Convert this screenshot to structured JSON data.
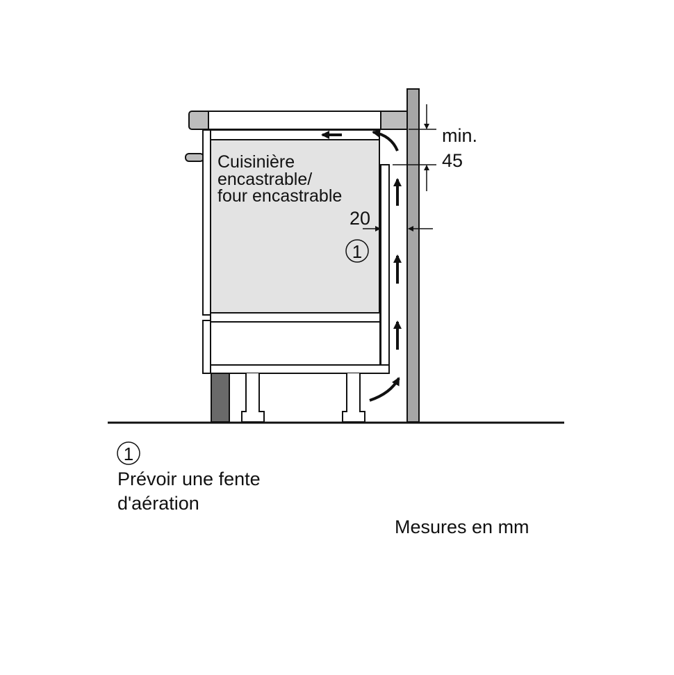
{
  "diagram": {
    "appliance_label": [
      "Cuisinière",
      "encastrable/",
      "four encastrable"
    ],
    "dimension_top": {
      "line1": "min.",
      "line2": "45"
    },
    "dimension_gap": "20",
    "marker": "1",
    "colors": {
      "wall": "#a6a6a6",
      "appliance": "#e3e3e3",
      "plinth": "#6a6a6a",
      "stroke": "#111111"
    }
  },
  "legend": {
    "marker": "1",
    "lines": [
      "Prévoir une fente",
      "d'aération"
    ]
  },
  "units_note": "Mesures en mm"
}
